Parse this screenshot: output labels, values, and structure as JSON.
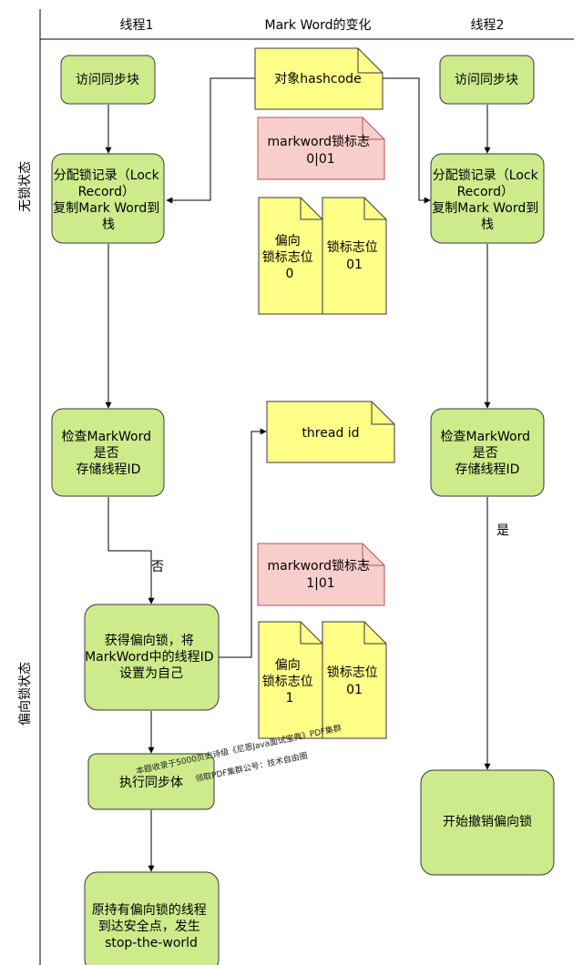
{
  "header": {
    "thread1": "线程1",
    "markword": "Mark Word的变化",
    "thread2": "线程2"
  },
  "lanes": {
    "unlocked": "无锁状态",
    "biased": "偏向锁状态"
  },
  "thread1": {
    "access_sync": "访问同步块",
    "alloc_lock_record": [
      "分配锁记录（Lock",
      "Record）",
      "复制Mark Word到",
      "栈"
    ],
    "check_markword": [
      "检查MarkWord",
      "是否",
      "存储线程ID"
    ],
    "acquire_biased": [
      "获得偏向锁，将",
      "MarkWord中的线程ID",
      "设置为自己"
    ],
    "execute_sync": "执行同步体",
    "safepoint": [
      "原持有偏向锁的线程",
      "到达安全点，发生",
      "stop-the-world"
    ]
  },
  "thread2": {
    "access_sync": "访问同步块",
    "alloc_lock_record": [
      "分配锁记录（Lock",
      "Record）",
      "复制Mark Word到",
      "栈"
    ],
    "check_markword": [
      "检查MarkWord",
      "是否",
      "存储线程ID"
    ],
    "revoke_biased": "开始撤销偏向锁"
  },
  "markword": {
    "hashcode": "对象hashcode",
    "flag_unlocked": [
      "markword锁标志",
      "0|01"
    ],
    "biased_bit_0": [
      "偏向",
      "锁标志位",
      "0"
    ],
    "lock_bits_01_a": [
      "锁标志位",
      "01"
    ],
    "thread_id": "thread id",
    "flag_biased": [
      "markword锁标志",
      "1|01"
    ],
    "biased_bit_1": [
      "偏向",
      "锁标志位",
      "1"
    ],
    "lock_bits_01_b": [
      "锁标志位",
      "01"
    ]
  },
  "edges": {
    "no": "否",
    "yes": "是"
  },
  "watermark": [
    "本题收录于5000页史诗级《尼恩Java面试宝典》PDF集群",
    "领取PDF集群公号：技术自由圈"
  ],
  "colors": {
    "process_fill": "#cdeb8b",
    "process_stroke": "#36393d",
    "note_fill": "#ffff88",
    "note_stroke": "#36393d",
    "flag_fill": "#f8cecc",
    "flag_stroke": "#b85450"
  }
}
